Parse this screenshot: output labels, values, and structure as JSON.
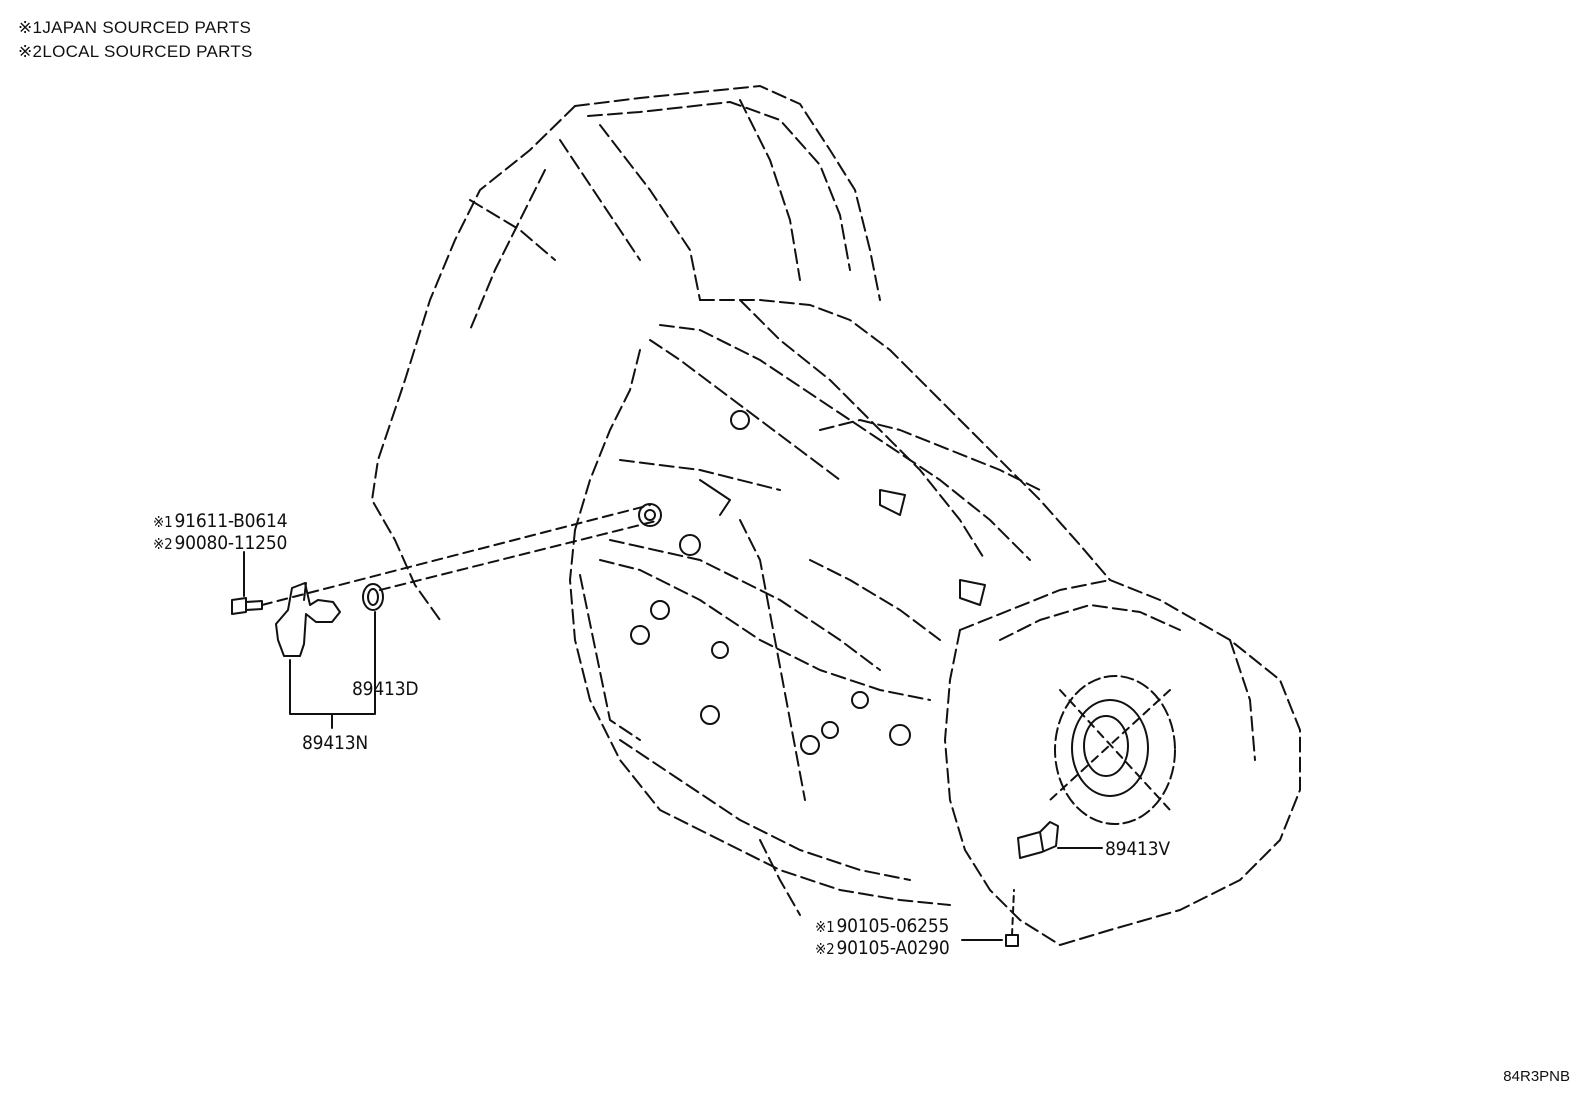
{
  "legend": [
    {
      "mark": "※1",
      "text": "JAPAN SOURCED PARTS"
    },
    {
      "mark": "※2",
      "text": "LOCAL SOURCED PARTS"
    }
  ],
  "callouts": {
    "bolt_left_jp": {
      "mark": "※1",
      "part": "91611-B0614"
    },
    "bolt_left_local": {
      "mark": "※2",
      "part": "90080-11250"
    },
    "oring": "89413D",
    "sensor_assy": "89413N",
    "sensor_right": "89413V",
    "bolt_bottom_jp": {
      "mark": "※1",
      "part": "90105-06255"
    },
    "bolt_bottom_local": {
      "mark": "※2",
      "part": "90105-A0290"
    }
  },
  "diagram_code": "84R3PNB"
}
